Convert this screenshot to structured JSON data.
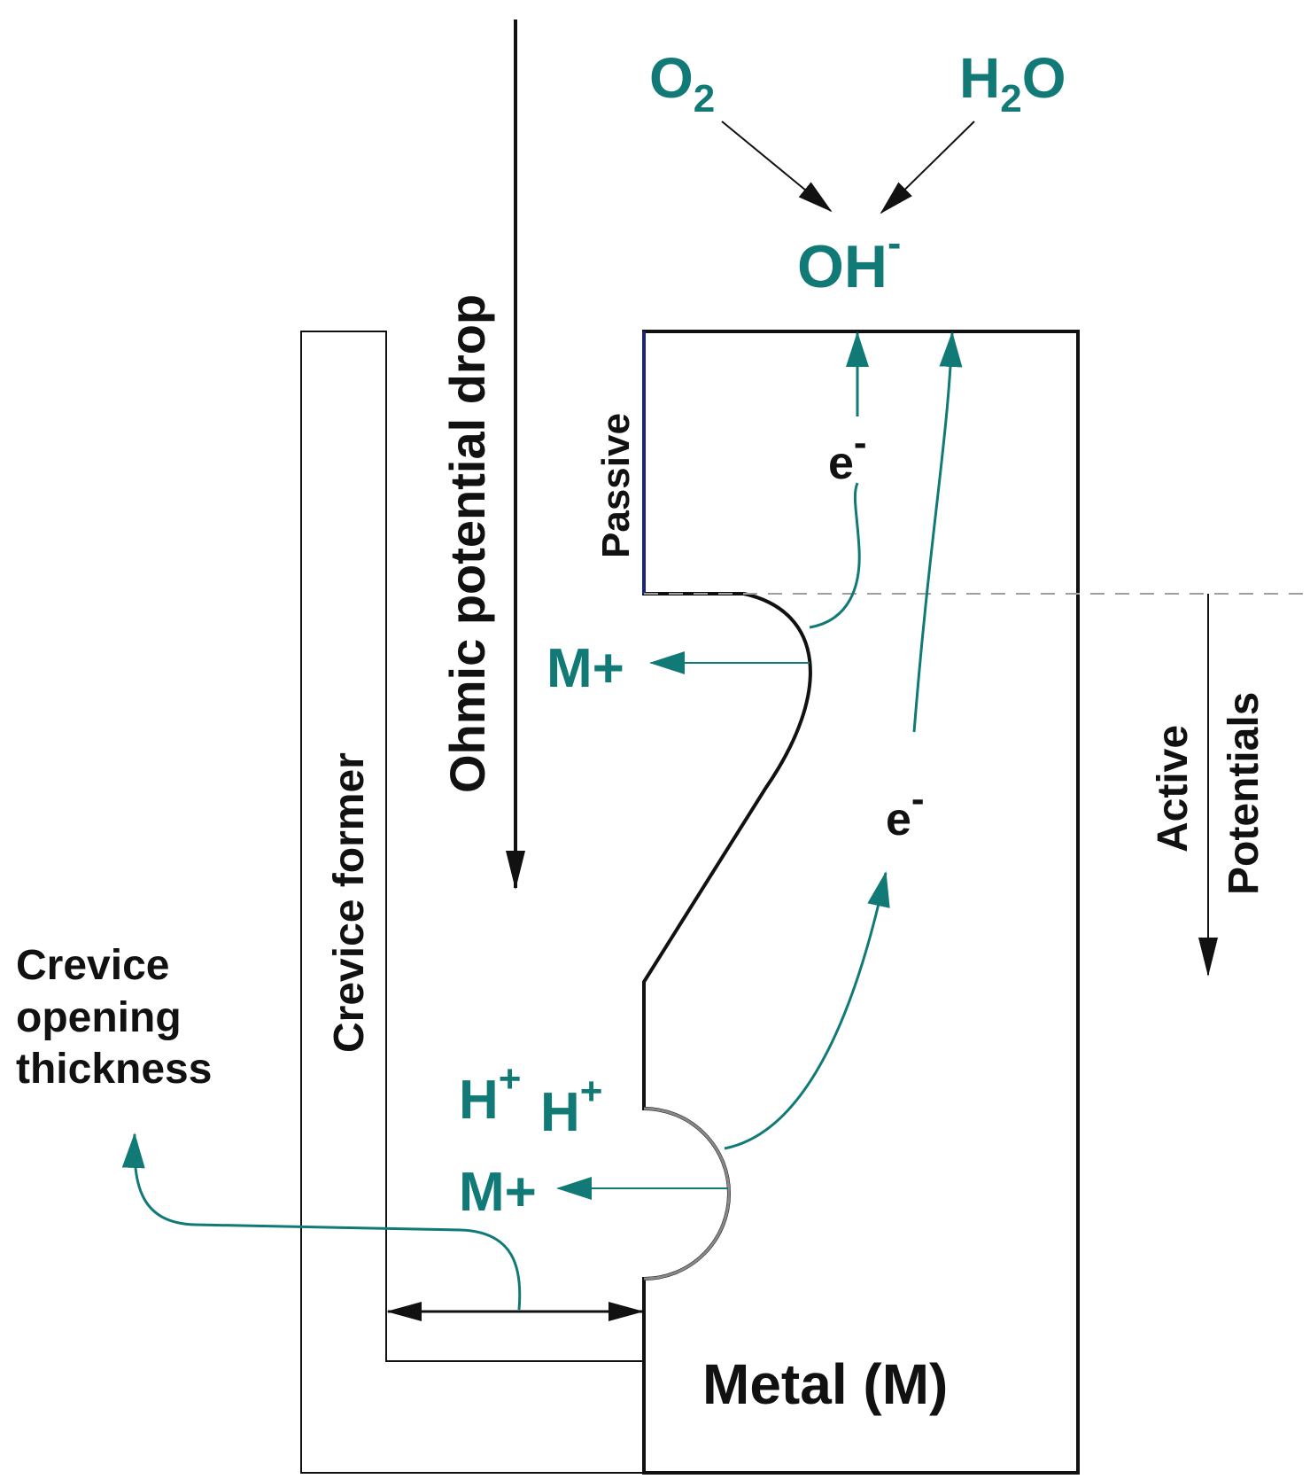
{
  "colors": {
    "teal": "#117a76",
    "black": "#111111",
    "passive_edge": "#1a237e",
    "dashed_line": "#9e9e9e"
  },
  "labels": {
    "o2": {
      "main": "O",
      "sub": "2"
    },
    "h2o": {
      "main1": "H",
      "sub": "2",
      "main2": "O"
    },
    "oh": {
      "main": "OH",
      "sup": "-"
    },
    "ohmic": "Ohmic potential drop",
    "passive": "Passive",
    "electron_main": "e",
    "electron_sup": "-",
    "m_plus": "M+",
    "h_plus": "H",
    "h_plus_sup": "+",
    "crevice_former": "Crevice former",
    "crevice_opening": [
      "Crevice",
      "opening",
      "thickness"
    ],
    "active": "Active",
    "potentials": "Potentials",
    "metal": "Metal (M)"
  }
}
